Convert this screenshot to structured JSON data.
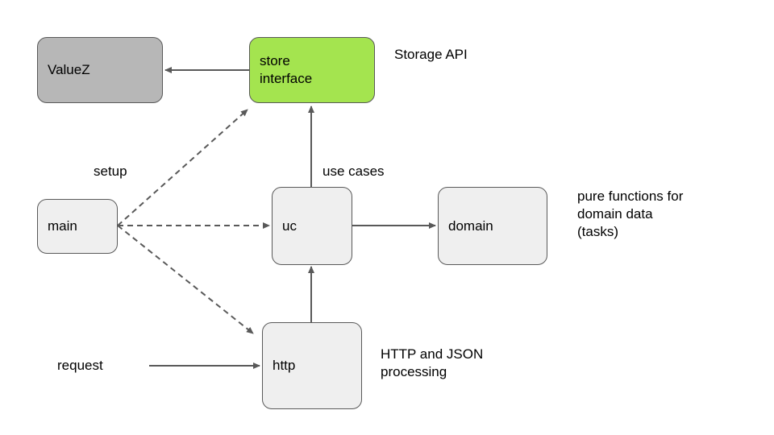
{
  "nodes": {
    "valuez": "ValueZ",
    "store_line1": "store",
    "store_line2": "interface",
    "main": "main",
    "uc": "uc",
    "domain": "domain",
    "http": "http"
  },
  "labels": {
    "storage_api": "Storage API",
    "setup": "setup",
    "use_cases": "use cases",
    "pure_line1": "pure functions for",
    "pure_line2": "domain data",
    "pure_line3": "(tasks)",
    "request": "request",
    "http_line1": "HTTP and JSON",
    "http_line2": "processing"
  },
  "colors": {
    "valuez_fill": "#b7b7b7",
    "store_fill": "#a4e44f",
    "node_fill": "#efefef",
    "edge": "#595959"
  }
}
